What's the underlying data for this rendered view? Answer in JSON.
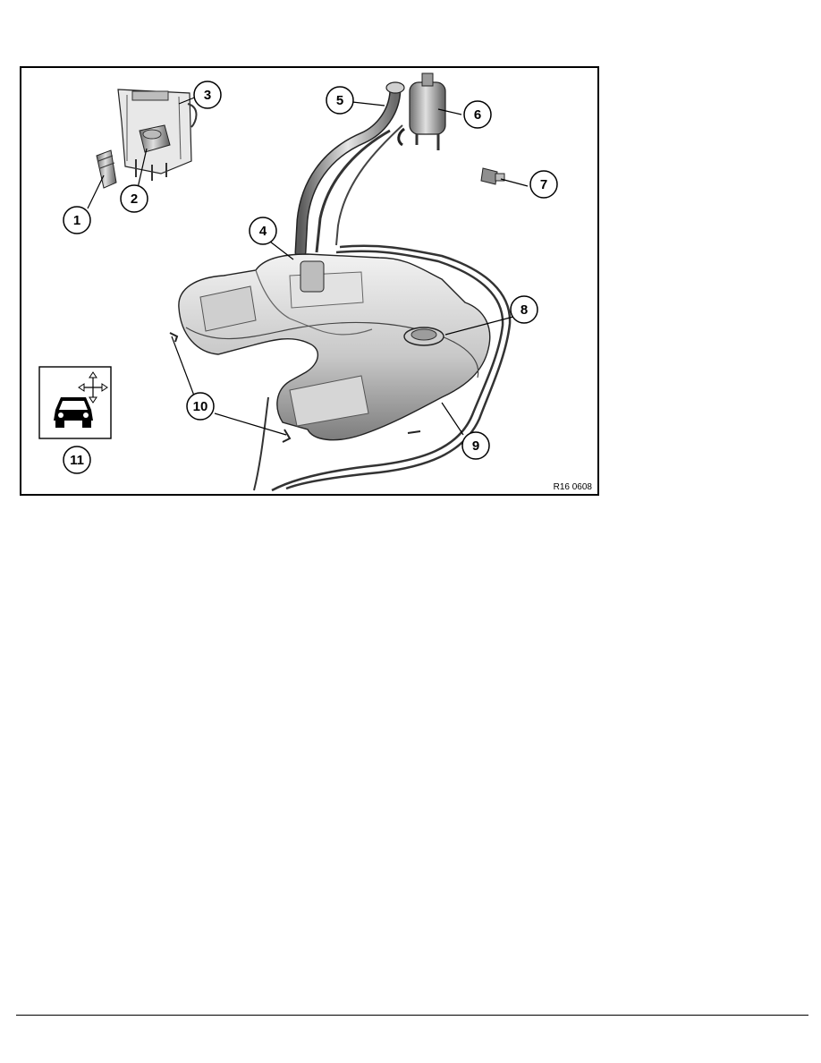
{
  "figure": {
    "reference_code": "R16 0608",
    "callouts": [
      "1",
      "2",
      "3",
      "4",
      "5",
      "6",
      "7",
      "8",
      "9",
      "10",
      "11"
    ],
    "icon": "vehicle-arrows-icon"
  },
  "colors": {
    "line": "#000000",
    "part_fill": "#d9d9d9",
    "part_shade": "#8c8c8c",
    "part_light": "#efefef"
  }
}
